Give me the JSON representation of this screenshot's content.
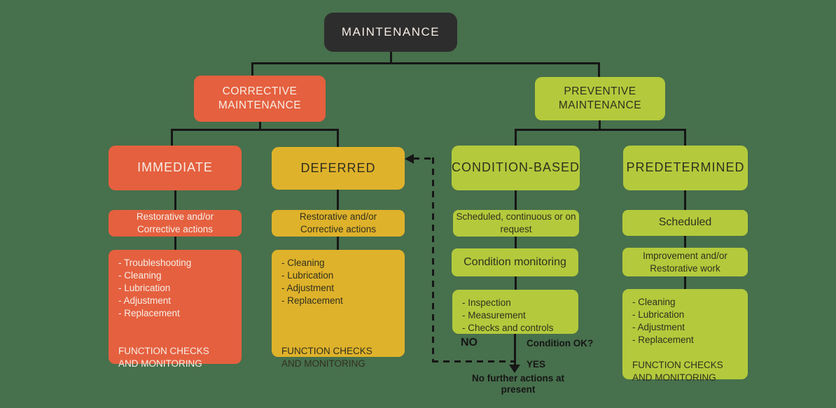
{
  "palette": {
    "background": "#47704C",
    "root_box": "#2D2D2D",
    "corrective": "#E5603F",
    "deferred": "#DFB22B",
    "preventive": "#B4CA3C",
    "line": "#161616",
    "text_light": "#F6EEE6",
    "text_dark": "#31301F"
  },
  "root": {
    "label": "MAINTENANCE"
  },
  "branches": {
    "corrective": {
      "label": "CORRECTIVE\nMAINTENANCE"
    },
    "preventive": {
      "label": "PREVENTIVE\nMAINTENANCE"
    }
  },
  "columns": {
    "immediate": {
      "head": "IMMEDIATE",
      "action": "Restorative and/or\nCorrective actions",
      "tasks": "- Troubleshooting\n- Cleaning\n- Lubrication\n- Adjustment\n- Replacement\n\n\nFUNCTION CHECKS\nAND MONITORING"
    },
    "deferred": {
      "head": "DEFERRED",
      "action": "Restorative and/or\nCorrective actions",
      "tasks": "- Cleaning\n- Lubrication\n- Adjustment\n- Replacement\n\n\n\nFUNCTION CHECKS\nAND MONITORING"
    },
    "condition_based": {
      "head": "CONDITION-BASED",
      "schedule": "Scheduled, continuous or on\nrequest",
      "monitoring": "Condition monitoring",
      "tasks": "- Inspection\n- Measurement\n- Checks and controls"
    },
    "predetermined": {
      "head": "PREDETERMINED",
      "schedule": "Scheduled",
      "action": "Improvement and/or\nRestorative work",
      "tasks": "- Cleaning\n- Lubrication\n- Adjustment\n- Replacement\n\nFUNCTION CHECKS\nAND MONITORING"
    }
  },
  "decision": {
    "question": "Condition OK?",
    "no": "NO",
    "yes": "YES",
    "outcome": "No further actions at\npresent"
  }
}
